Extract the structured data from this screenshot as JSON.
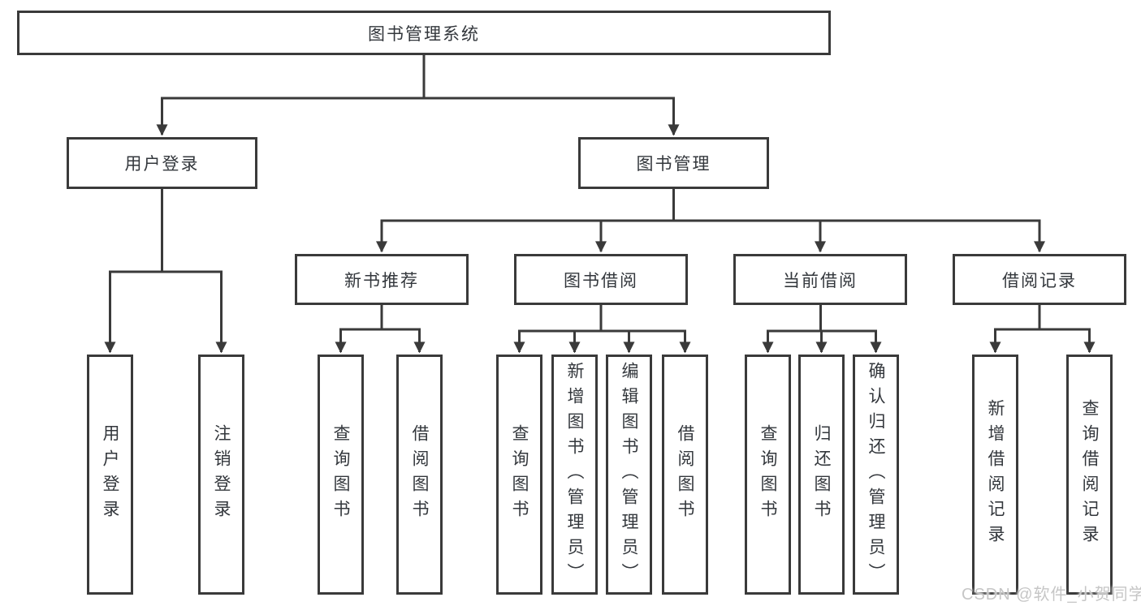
{
  "diagram": {
    "root": {
      "label": "图书管理系统"
    },
    "level1": {
      "user_login": {
        "label": "用户登录"
      },
      "book_management": {
        "label": "图书管理"
      }
    },
    "level2": {
      "new_book_recommend": {
        "label": "新书推荐"
      },
      "book_borrow": {
        "label": "图书借阅"
      },
      "current_borrow": {
        "label": "当前借阅"
      },
      "borrow_records": {
        "label": "借阅记录"
      }
    },
    "leaves": {
      "login": [
        "用户登录",
        "注销登录"
      ],
      "recommend": [
        "查询图书",
        "借阅图书"
      ],
      "borrow": [
        "查询图书",
        "新增图书（管理员）",
        "编辑图书（管理员）",
        "借阅图书"
      ],
      "current": [
        "查询图书",
        "归还图书",
        "确认归还（管理员）"
      ],
      "records": [
        "新增借阅记录",
        "查询借阅记录"
      ]
    },
    "watermark": "CSDN @软件_小贺同学",
    "colors": {
      "line": "#3a3a3a",
      "text": "#33373c",
      "box_background": "#ffffff",
      "watermark": "#c6c6c6",
      "background": "#ffffff"
    }
  }
}
